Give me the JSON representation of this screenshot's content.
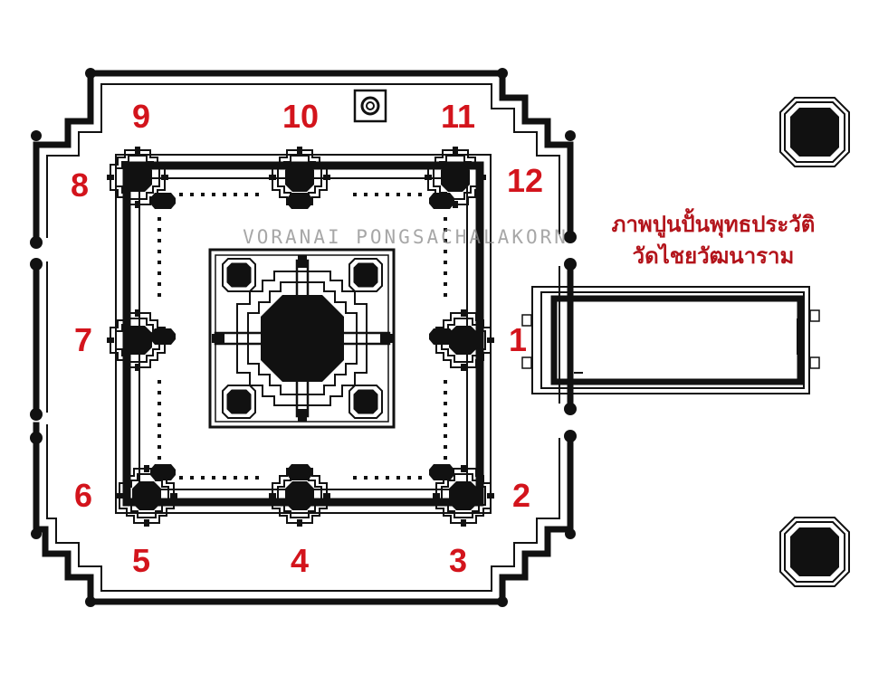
{
  "labels": [
    "1",
    "2",
    "3",
    "4",
    "5",
    "6",
    "7",
    "8",
    "9",
    "10",
    "11",
    "12"
  ],
  "title": {
    "line1": "ภาพปูนปั้นพุทธประวัติ",
    "line2": "วัดไชยวัฒนาราม"
  },
  "watermark": "VORANAI PONGSACHALAKORN",
  "colors": {
    "label": "#d3141c",
    "ink": "#111111",
    "background": "#ffffff"
  }
}
